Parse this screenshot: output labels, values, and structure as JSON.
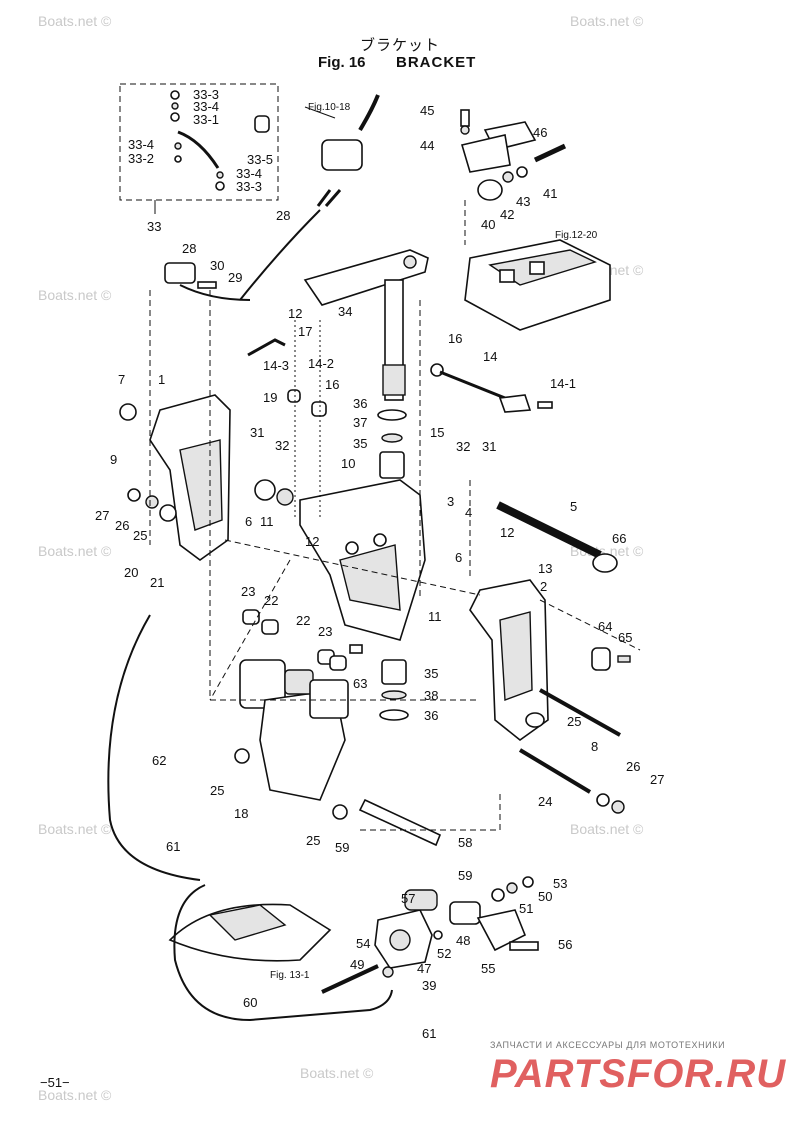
{
  "header": {
    "title_jp": "ブラケット",
    "fig_number": "Fig. 16",
    "fig_name": "BRACKET"
  },
  "references": {
    "fig_10_18": "Fig.10-18",
    "fig_12_20": "Fig.12-20",
    "fig_13_1": "Fig. 13-1"
  },
  "watermark": "Boats.net ©",
  "page_number": "−51−",
  "branding": {
    "tagline": "ЗАПЧАСТИ И АКСЕССУАРЫ ДЛЯ МОТОТЕХНИКИ",
    "logo": "PARTSFOR.RU"
  },
  "callouts": {
    "c33_3a": "33-3",
    "c33_4a": "33-4",
    "c33_1": "33-1",
    "c33_4b": "33-4",
    "c33_2": "33-2",
    "c33_5": "33-5",
    "c33_4c": "33-4",
    "c33_3b": "33-3",
    "c33": "33",
    "c28a": "28",
    "c28b": "28",
    "c30": "30",
    "c29": "29",
    "c45": "45",
    "c46": "46",
    "c44": "44",
    "c41": "41",
    "c43": "43",
    "c42": "42",
    "c40": "40",
    "c34": "34",
    "c12a": "12",
    "c17": "17",
    "c14_2": "14-2",
    "c14_3": "14-3",
    "c16a": "16",
    "c16b": "16",
    "c14": "14",
    "c14_1": "14-1",
    "c7": "7",
    "c1": "1",
    "c19": "19",
    "c36a": "36",
    "c37": "37",
    "c35a": "35",
    "c15": "15",
    "c32a": "32",
    "c31a": "31",
    "c31b": "31",
    "c32b": "32",
    "c9": "9",
    "c10": "10",
    "c3": "3",
    "c4": "4",
    "c5": "5",
    "c27a": "27",
    "c26a": "26",
    "c25a": "25",
    "c6a": "6",
    "c11a": "11",
    "c12b": "12",
    "c12c": "12",
    "c13": "13",
    "c66": "66",
    "c20": "20",
    "c21": "21",
    "c6b": "6",
    "c11b": "11",
    "c2": "2",
    "c23a": "23",
    "c22a": "22",
    "c22b": "22",
    "c23b": "23",
    "c64": "64",
    "c65": "65",
    "c35b": "35",
    "c63": "63",
    "c38": "38",
    "c36b": "36",
    "c25b": "25",
    "c8": "8",
    "c62": "62",
    "c25c": "25",
    "c26b": "26",
    "c27b": "27",
    "c18": "18",
    "c24": "24",
    "c25d": "25",
    "c58": "58",
    "c59a": "59",
    "c59b": "59",
    "c61a": "61",
    "c53": "53",
    "c50": "50",
    "c57": "57",
    "c51": "51",
    "c54": "54",
    "c48": "48",
    "c52": "52",
    "c47": "47",
    "c55": "55",
    "c56": "56",
    "c49": "49",
    "c39": "39",
    "c60": "60",
    "c61b": "61"
  }
}
